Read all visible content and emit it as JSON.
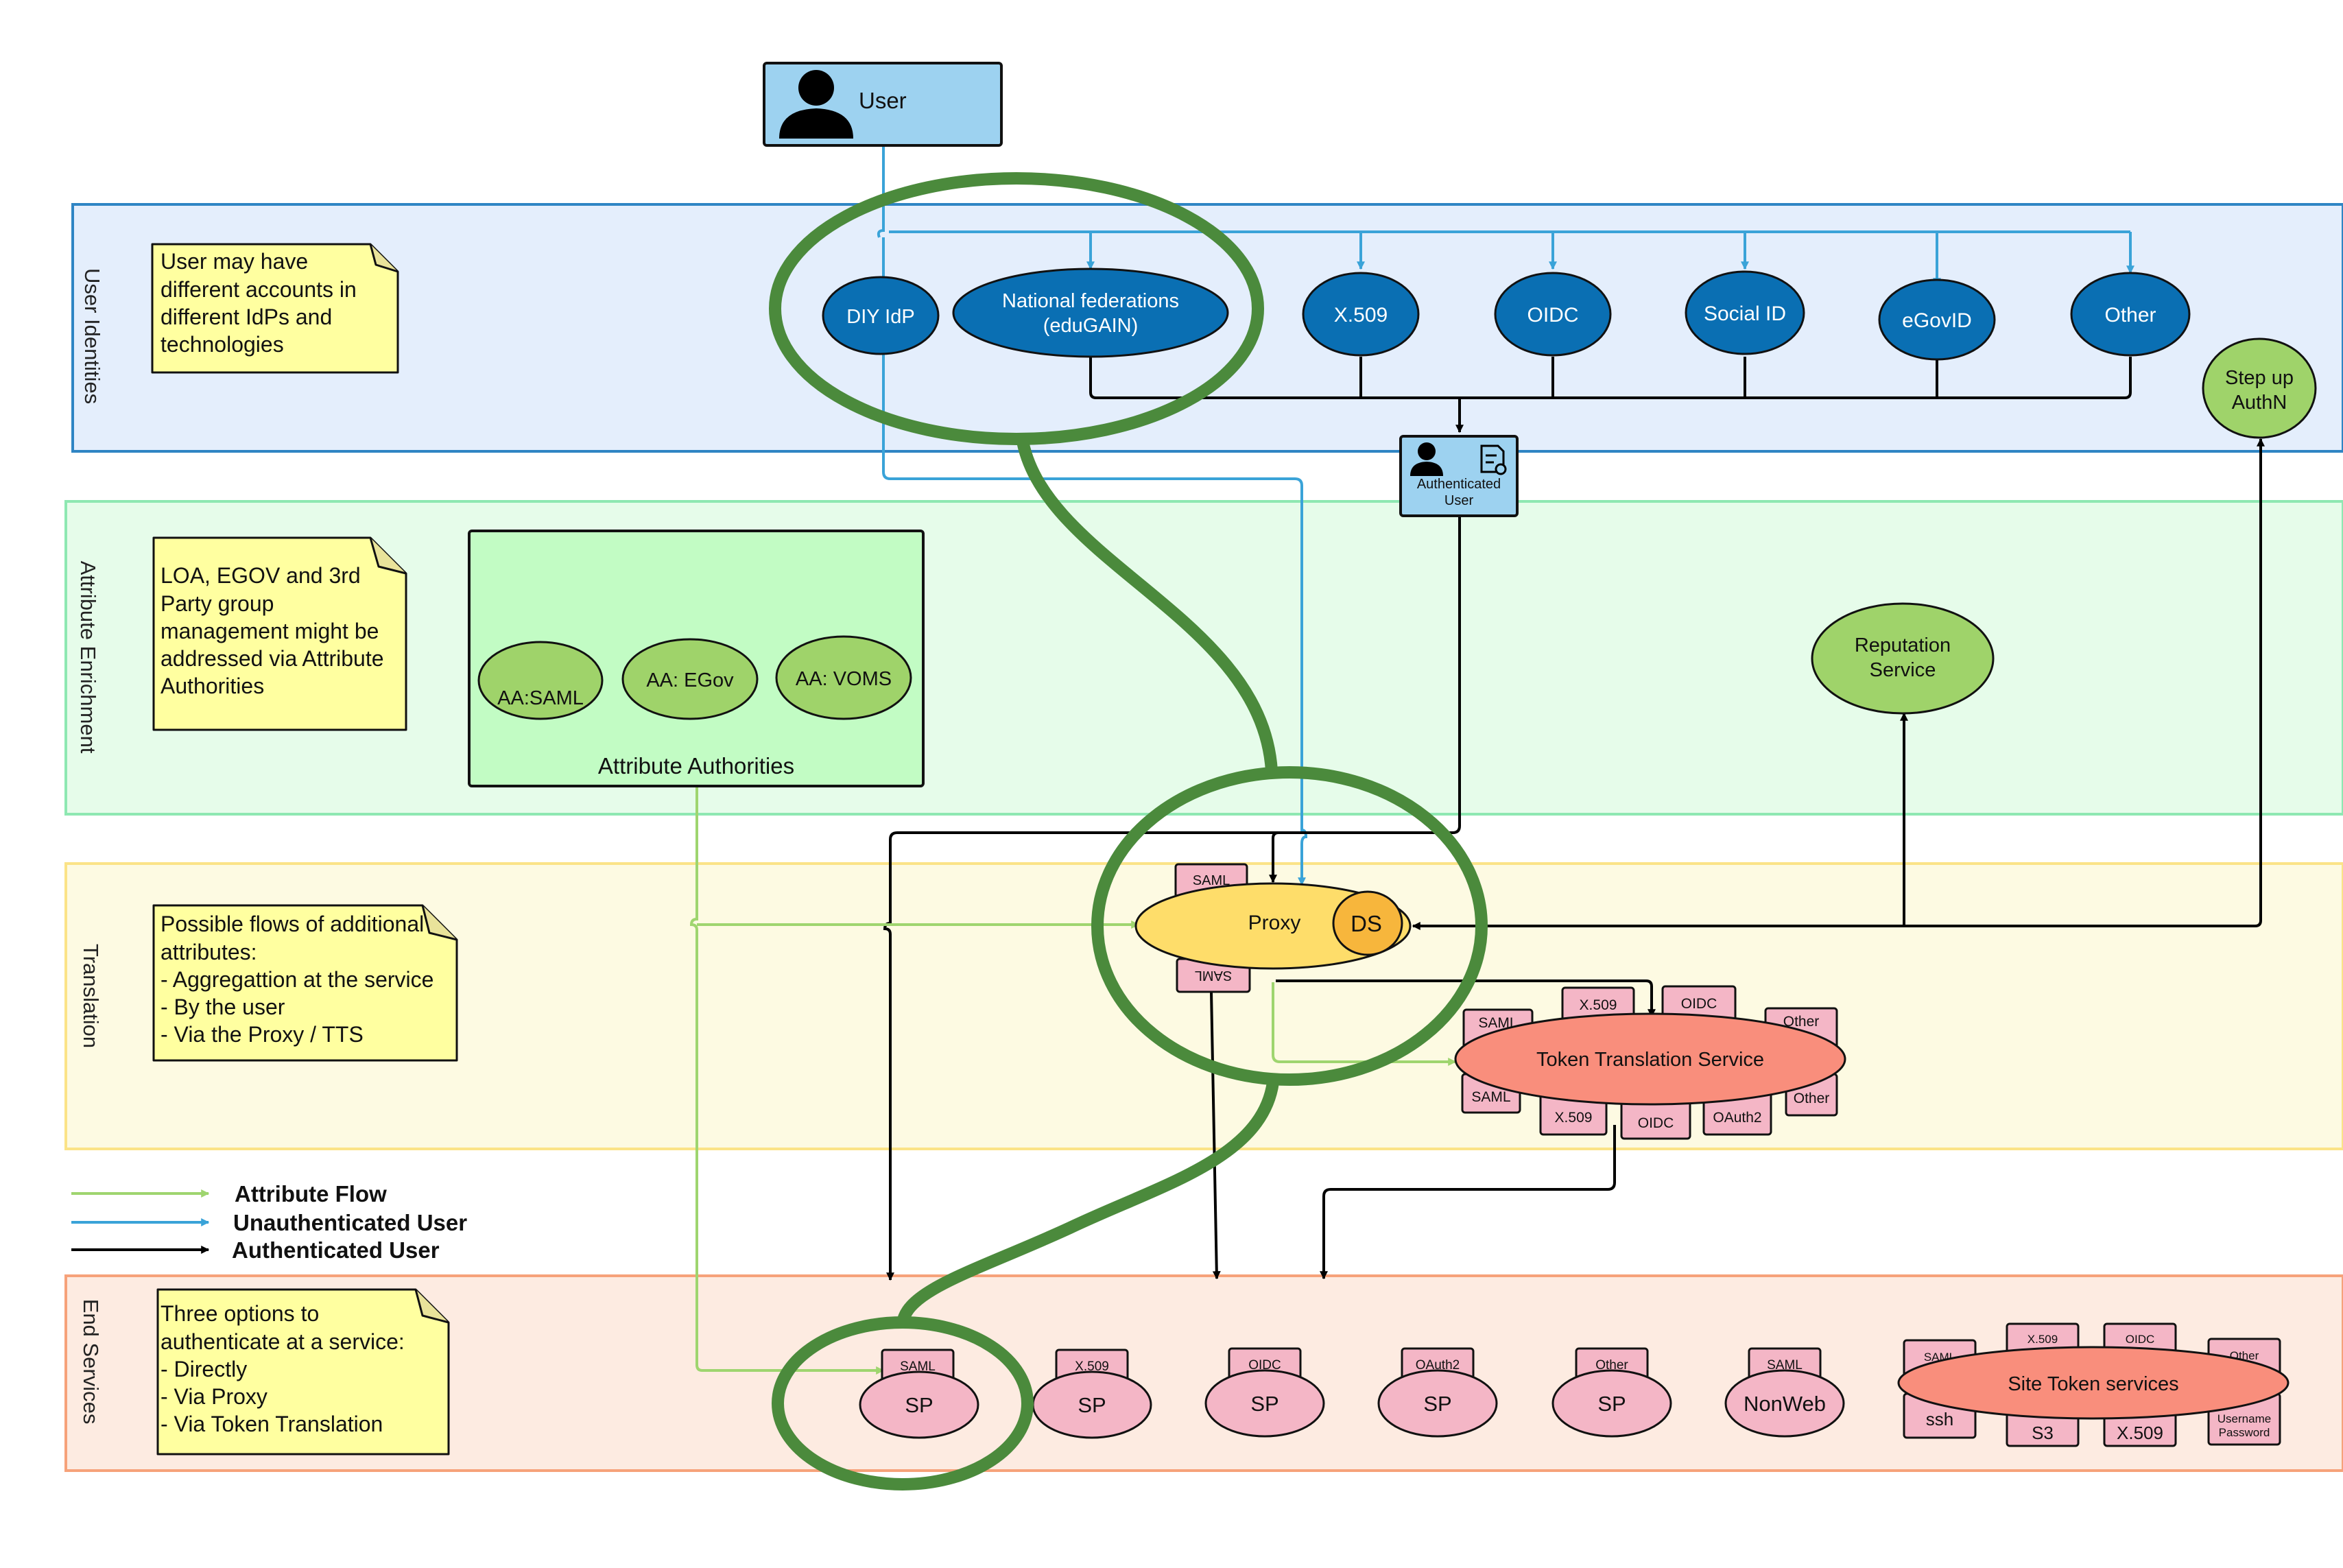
{
  "user_box": {
    "label": "User"
  },
  "lanes": {
    "identities": "User Identities",
    "enrichment": "Attribute Enrichment",
    "translation": "Translation",
    "services": "End Services"
  },
  "notes": {
    "identities": [
      "User may have",
      "different accounts in",
      "different IdPs and",
      "technologies"
    ],
    "enrichment": [
      "LOA, EGOV and 3rd",
      "Party group",
      "management might be",
      "addressed via Attribute",
      "Authorities"
    ],
    "translation": [
      "Possible flows of additional",
      "attributes:",
      "- Aggregattion at the service",
      "- By the user",
      "- Via the Proxy / TTS"
    ],
    "services": [
      "Three options to",
      "authenticate at a service:",
      "- Directly",
      "- Via Proxy",
      "- Via Token Translation"
    ]
  },
  "idps": {
    "diy": [
      "DIY IdP"
    ],
    "national": [
      "National federations",
      "(eduGAIN)"
    ],
    "x509": [
      "X.509"
    ],
    "oidc": [
      "OIDC"
    ],
    "social": [
      "Social ID"
    ],
    "egov": [
      "eGovID"
    ],
    "other": [
      "Other"
    ]
  },
  "step_up": [
    "Step up",
    "AuthN"
  ],
  "authenticated_user": [
    "Authenticated",
    "User"
  ],
  "attribute_authorities": {
    "title": "Attribute Authorities",
    "saml": "AA:SAML",
    "egov": "AA: EGov",
    "voms": "AA: VOMS"
  },
  "reputation": [
    "Reputation",
    "Service"
  ],
  "proxy": {
    "label": "Proxy",
    "ds": "DS",
    "tag_top": "SAML",
    "tag_bottom": "SAML"
  },
  "tts": {
    "label": "Token Translation Service",
    "tags_top": [
      "SAML",
      "X.509",
      "OIDC",
      "Other"
    ],
    "tags_bottom": [
      "SAML",
      "X.509",
      "OIDC",
      "OAuth2",
      "Other"
    ]
  },
  "legend": {
    "attribute_flow": "Attribute Flow",
    "unauthenticated": "Unauthenticated User",
    "authenticated": "Authenticated User"
  },
  "services": {
    "sp_items": [
      {
        "label": "SP",
        "tag": "SAML"
      },
      {
        "label": "SP",
        "tag": "X.509"
      },
      {
        "label": "SP",
        "tag": "OIDC"
      },
      {
        "label": "SP",
        "tag": "OAuth2"
      },
      {
        "label": "SP",
        "tag": "Other"
      },
      {
        "label": "NonWeb",
        "tag": "SAML"
      }
    ],
    "site_token": {
      "label": "Site Token services",
      "tags_top": [
        "SAML",
        "X.509",
        "OIDC",
        "Other"
      ],
      "tags_bottom": [
        "ssh",
        "S3",
        "X.509",
        "Username",
        "Password"
      ]
    }
  },
  "colors": {
    "attribute_flow": "#9fd56f",
    "unauthenticated": "#3aa3d8",
    "authenticated": "#000000",
    "highlight": "#4b8a3c",
    "idp_fill": "#0a6fb3",
    "aa_fill": "#9fd36a",
    "proxy_fill": "#fedd6a",
    "ds_fill": "#f7b63c",
    "tts_fill": "#f98e7c",
    "tag_fill": "#f4b6c6",
    "note_fill": "#ffffa0"
  },
  "icons": [
    "user-icon",
    "certificate-icon",
    "arrow-head-icon"
  ]
}
